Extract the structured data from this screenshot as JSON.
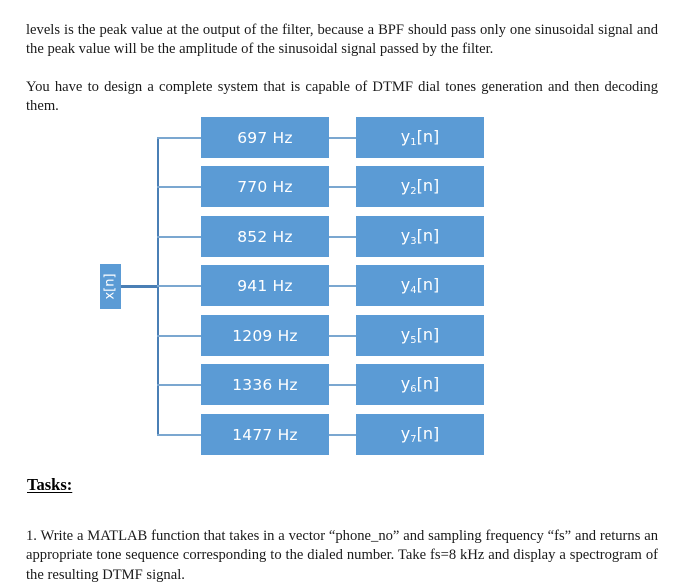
{
  "document": {
    "paragraphs": {
      "intro": "levels is the peak value at the output of the filter, because a BPF should pass only one sinusoidal signal and the peak value will be the amplitude of the sinusoidal signal passed by the filter.",
      "design": "You have to design a complete system that is capable of DTMF dial tones generation and then decoding them.",
      "task1": "1. Write a MATLAB function that takes in a vector “phone_no” and sampling frequency “fs” and returns an appropriate tone sequence corresponding to the dialed number. Take fs=8 kHz and display a spectrogram of the resulting DTMF signal."
    },
    "headings": {
      "tasks": "Tasks:"
    }
  },
  "diagram": {
    "type": "filter-bank-block-diagram",
    "input": {
      "label": "x[n]",
      "orientation": "vertical"
    },
    "colors": {
      "box_fill": "#5B9BD5",
      "box_text": "#FFFFFF",
      "connector": "#7BA7D0",
      "trunk": "#4A7FB5"
    },
    "branches": [
      {
        "filter": "697 Hz",
        "output_var": "y",
        "output_sub": "1",
        "output_tail": "[n]"
      },
      {
        "filter": "770 Hz",
        "output_var": "y",
        "output_sub": "2",
        "output_tail": "[n]"
      },
      {
        "filter": "852 Hz",
        "output_var": "y",
        "output_sub": "3",
        "output_tail": "[n]"
      },
      {
        "filter": "941 Hz",
        "output_var": "y",
        "output_sub": "4",
        "output_tail": "[n]"
      },
      {
        "filter": "1209 Hz",
        "output_var": "y",
        "output_sub": "5",
        "output_tail": "[n]"
      },
      {
        "filter": "1336 Hz",
        "output_var": "y",
        "output_sub": "6",
        "output_tail": "[n]"
      },
      {
        "filter": "1477 Hz",
        "output_var": "y",
        "output_sub": "7",
        "output_tail": "[n]"
      }
    ]
  }
}
